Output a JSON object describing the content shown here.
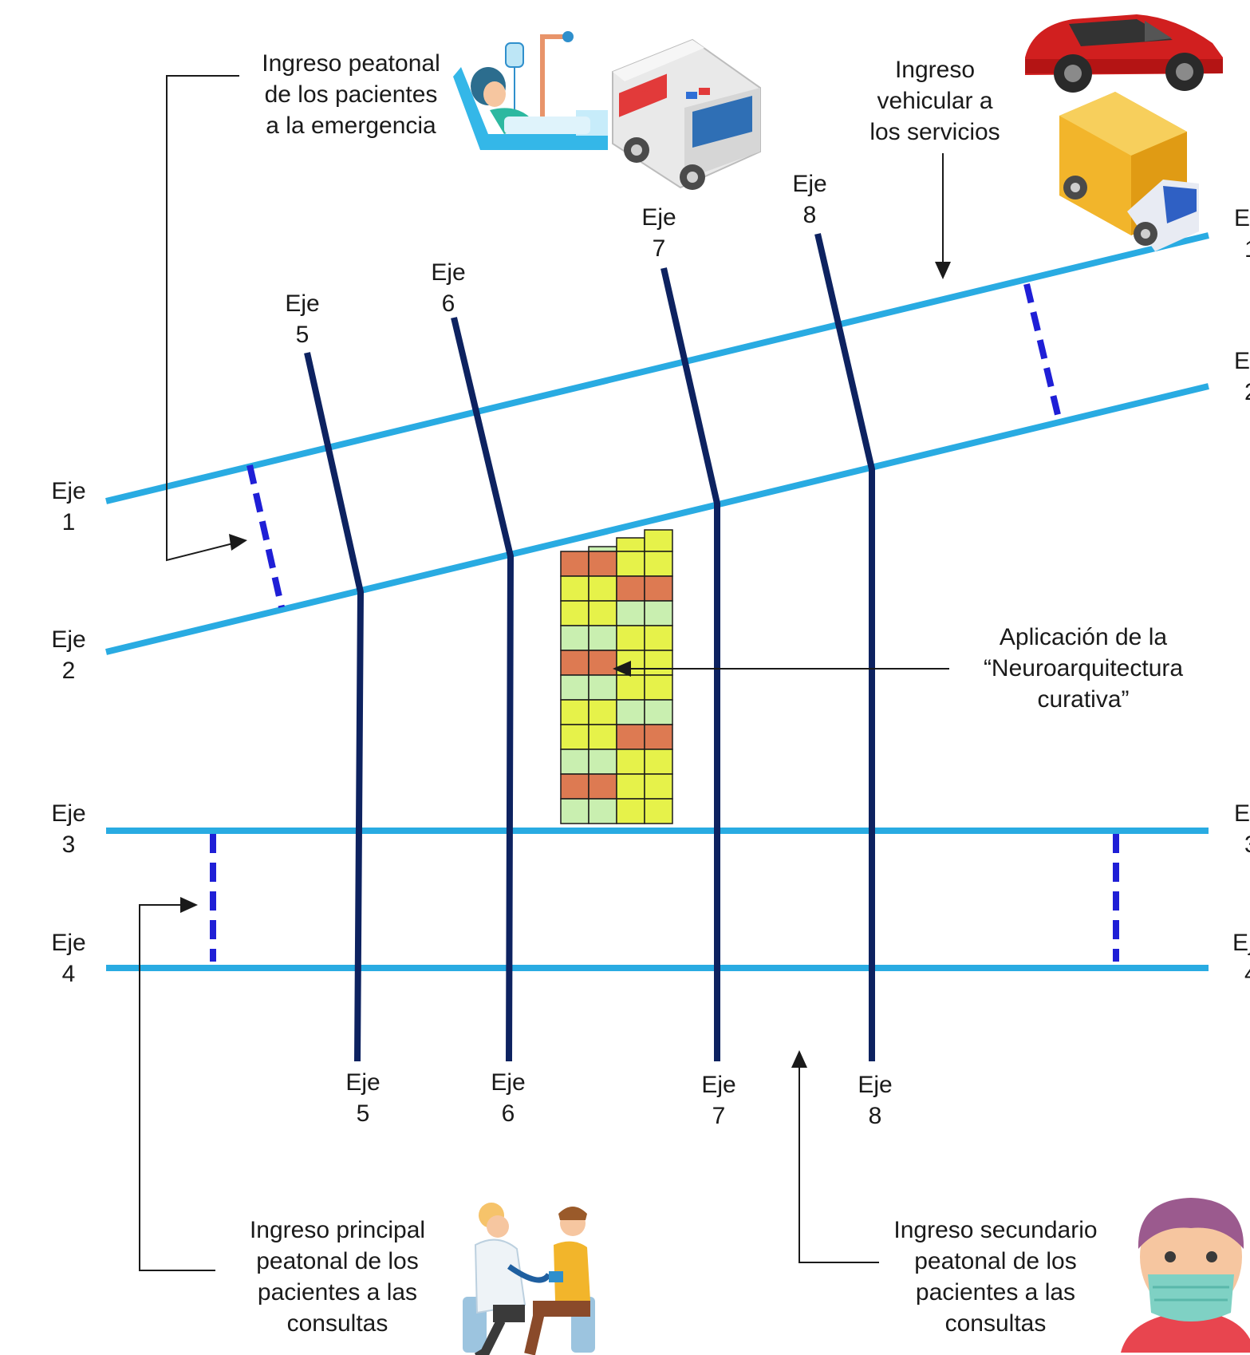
{
  "axes": {
    "eje1": {
      "word": "Eje",
      "num": "1"
    },
    "eje2": {
      "word": "Eje",
      "num": "2"
    },
    "eje3": {
      "word": "Eje",
      "num": "3"
    },
    "eje4": {
      "word": "Eje",
      "num": "4"
    },
    "eje5": {
      "word": "Eje",
      "num": "5"
    },
    "eje6": {
      "word": "Eje",
      "num": "6"
    },
    "eje7": {
      "word": "Eje",
      "num": "7"
    },
    "eje8": {
      "word": "Eje",
      "num": "8"
    },
    "eje1_right": {
      "word": "E",
      "num": "1"
    },
    "eje2_right": {
      "word": "E",
      "num": "2"
    },
    "eje3_right": {
      "word": "E",
      "num": "3"
    },
    "eje4_right": {
      "word": "Ej",
      "num": "4"
    }
  },
  "annotations": {
    "emergency_entry": [
      "Ingreso peatonal",
      "de los pacientes",
      "a la emergencia"
    ],
    "vehicle_entry": [
      "Ingreso",
      "vehicular a",
      "los servicios"
    ],
    "neuro": [
      "Aplicación de la",
      "“Neuroarquitectura",
      "curativa”"
    ],
    "main_consult_entry": [
      "Ingreso principal",
      "peatonal de los",
      "pacientes a las",
      "consultas"
    ],
    "secondary_consult_entry": [
      "Ingreso secundario",
      "peatonal de los",
      "pacientes a las",
      "consultas"
    ]
  },
  "icons": [
    "patient-in-bed-icon",
    "ambulance-icon",
    "red-car-icon",
    "delivery-truck-icon",
    "doctor-consultation-icon",
    "masked-patient-icon"
  ],
  "colors": {
    "axis_light": "#29abe2",
    "axis_dark": "#0d2260",
    "dashed_entry": "#1f1fd6",
    "cell_yellow": "#e6f24a",
    "cell_orange": "#dd7a52",
    "cell_green": "#c9efb0"
  },
  "grid_cells": [
    [
      "green",
      "green",
      "yellow",
      "yellow"
    ],
    [
      "orange",
      "orange",
      "yellow",
      "yellow"
    ],
    [
      "yellow",
      "yellow",
      "orange",
      "orange"
    ],
    [
      "yellow",
      "yellow",
      "green",
      "green"
    ],
    [
      "green",
      "green",
      "yellow",
      "yellow"
    ],
    [
      "orange",
      "orange",
      "yellow",
      "yellow"
    ],
    [
      "green",
      "green",
      "yellow",
      "yellow"
    ],
    [
      "yellow",
      "yellow",
      "green",
      "green"
    ],
    [
      "yellow",
      "yellow",
      "orange",
      "orange"
    ],
    [
      "green",
      "green",
      "yellow",
      "yellow"
    ],
    [
      "orange",
      "orange",
      "yellow",
      "yellow"
    ],
    [
      "green",
      "green",
      "yellow",
      "yellow"
    ]
  ]
}
